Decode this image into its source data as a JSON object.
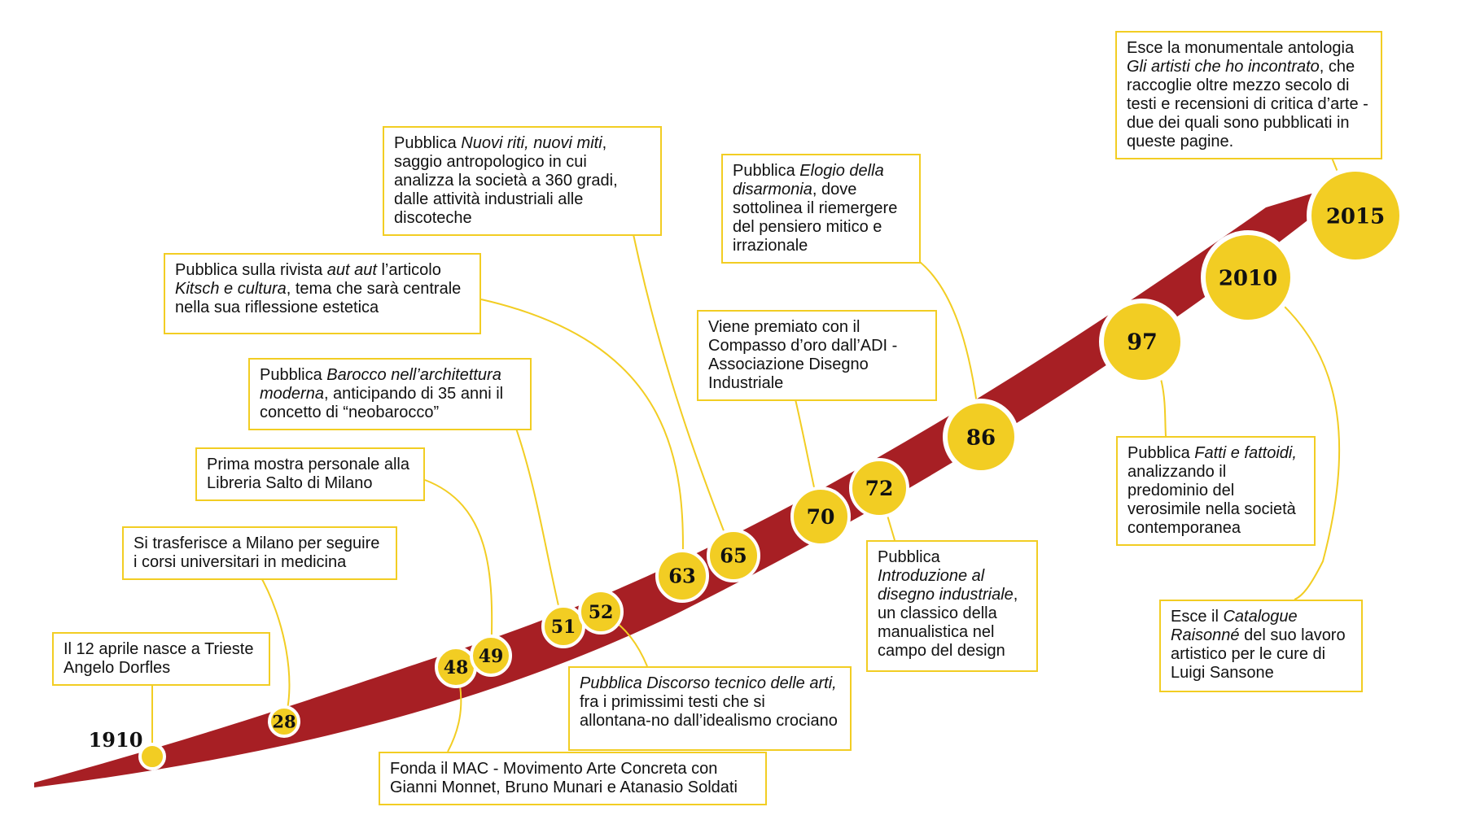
{
  "colors": {
    "ribbon": "#a71f24",
    "circle_fill": "#f2cd23",
    "circle_stroke": "#ffffff",
    "connector": "#f2cd23",
    "box_border": "#f2cd23",
    "text": "#111111"
  },
  "years": [
    {
      "id": "1910",
      "label": "1910"
    },
    {
      "id": "28",
      "label": "28"
    },
    {
      "id": "48",
      "label": "48"
    },
    {
      "id": "49",
      "label": "49"
    },
    {
      "id": "51",
      "label": "51"
    },
    {
      "id": "52",
      "label": "52"
    },
    {
      "id": "63",
      "label": "63"
    },
    {
      "id": "65",
      "label": "65"
    },
    {
      "id": "70",
      "label": "70"
    },
    {
      "id": "72",
      "label": "72"
    },
    {
      "id": "86",
      "label": "86"
    },
    {
      "id": "97",
      "label": "97"
    },
    {
      "id": "2010",
      "label": "2010"
    },
    {
      "id": "2015",
      "label": "2015"
    }
  ],
  "events": [
    {
      "id": "1910",
      "parts": [
        {
          "t": "Il 12 aprile nasce a Trieste Angelo Dorfles",
          "i": false
        }
      ]
    },
    {
      "id": "28",
      "parts": [
        {
          "t": "Si trasferisce a Milano per seguire i corsi universitari in medicina",
          "i": false
        }
      ]
    },
    {
      "id": "48",
      "parts": [
        {
          "t": "Fonda il MAC - Movimento Arte Concreta con Gianni Monnet, Bruno Munari e Atanasio Soldati",
          "i": false
        }
      ]
    },
    {
      "id": "49",
      "parts": [
        {
          "t": "Prima mostra personale alla Libreria Salto di Milano",
          "i": false
        }
      ]
    },
    {
      "id": "51",
      "parts": [
        {
          "t": "Pubblica ",
          "i": false
        },
        {
          "t": "Barocco nell’architettura moderna",
          "i": true
        },
        {
          "t": ", anticipando di 35 anni il concetto di “neobarocco”",
          "i": false
        }
      ]
    },
    {
      "id": "52",
      "parts": [
        {
          "t": "Pubblica Discorso tecnico delle arti,",
          "i": true
        },
        {
          "t": " fra i primissimi testi che si allontana-no dall’idealismo crociano",
          "i": false
        }
      ]
    },
    {
      "id": "63",
      "parts": [
        {
          "t": "Pubblica sulla rivista ",
          "i": false
        },
        {
          "t": "aut aut",
          "i": true
        },
        {
          "t": " l’articolo ",
          "i": false
        },
        {
          "t": "Kitsch e cultura",
          "i": true
        },
        {
          "t": ", tema che sarà centrale nella sua riflessione estetica",
          "i": false
        }
      ]
    },
    {
      "id": "65",
      "parts": [
        {
          "t": "Pubblica ",
          "i": false
        },
        {
          "t": "Nuovi riti, nuovi miti",
          "i": true
        },
        {
          "t": ", saggio antropologico in cui analizza la società a 360 gradi, dalle attività industriali alle discoteche",
          "i": false
        }
      ]
    },
    {
      "id": "70",
      "parts": [
        {
          "t": "Viene premiato con il Compasso d’oro dall’ADI - Associazione Disegno Industriale",
          "i": false
        }
      ]
    },
    {
      "id": "72",
      "parts": [
        {
          "t": "Pubblica ",
          "i": false
        },
        {
          "t": "Introduzione al disegno industriale",
          "i": true
        },
        {
          "t": ", un classico della manualistica nel campo del design",
          "i": false
        }
      ]
    },
    {
      "id": "86",
      "parts": [
        {
          "t": "Pubblica ",
          "i": false
        },
        {
          "t": "Elogio della disarmonia",
          "i": true
        },
        {
          "t": ", dove sottolinea il riemergere del pensiero mitico e irrazionale",
          "i": false
        }
      ]
    },
    {
      "id": "97",
      "parts": [
        {
          "t": "Pubblica ",
          "i": false
        },
        {
          "t": "Fatti e fattoidi,",
          "i": true
        },
        {
          "t": " analizzando il predominio del verosimile nella società contemporanea",
          "i": false
        }
      ]
    },
    {
      "id": "2010",
      "parts": [
        {
          "t": "Esce il ",
          "i": false
        },
        {
          "t": "Catalogue Raisonné",
          "i": true
        },
        {
          "t": " del suo lavoro artistico per le cure di Luigi Sansone",
          "i": false
        }
      ]
    },
    {
      "id": "2015",
      "parts": [
        {
          "t": "Esce la monumentale antologia ",
          "i": false
        },
        {
          "t": "Gli artisti che ho incontrato",
          "i": true
        },
        {
          "t": ", che raccoglie oltre mezzo secolo di testi e recensioni di critica d’arte - due dei quali sono pubblicati in queste pagine.",
          "i": false
        }
      ]
    }
  ]
}
